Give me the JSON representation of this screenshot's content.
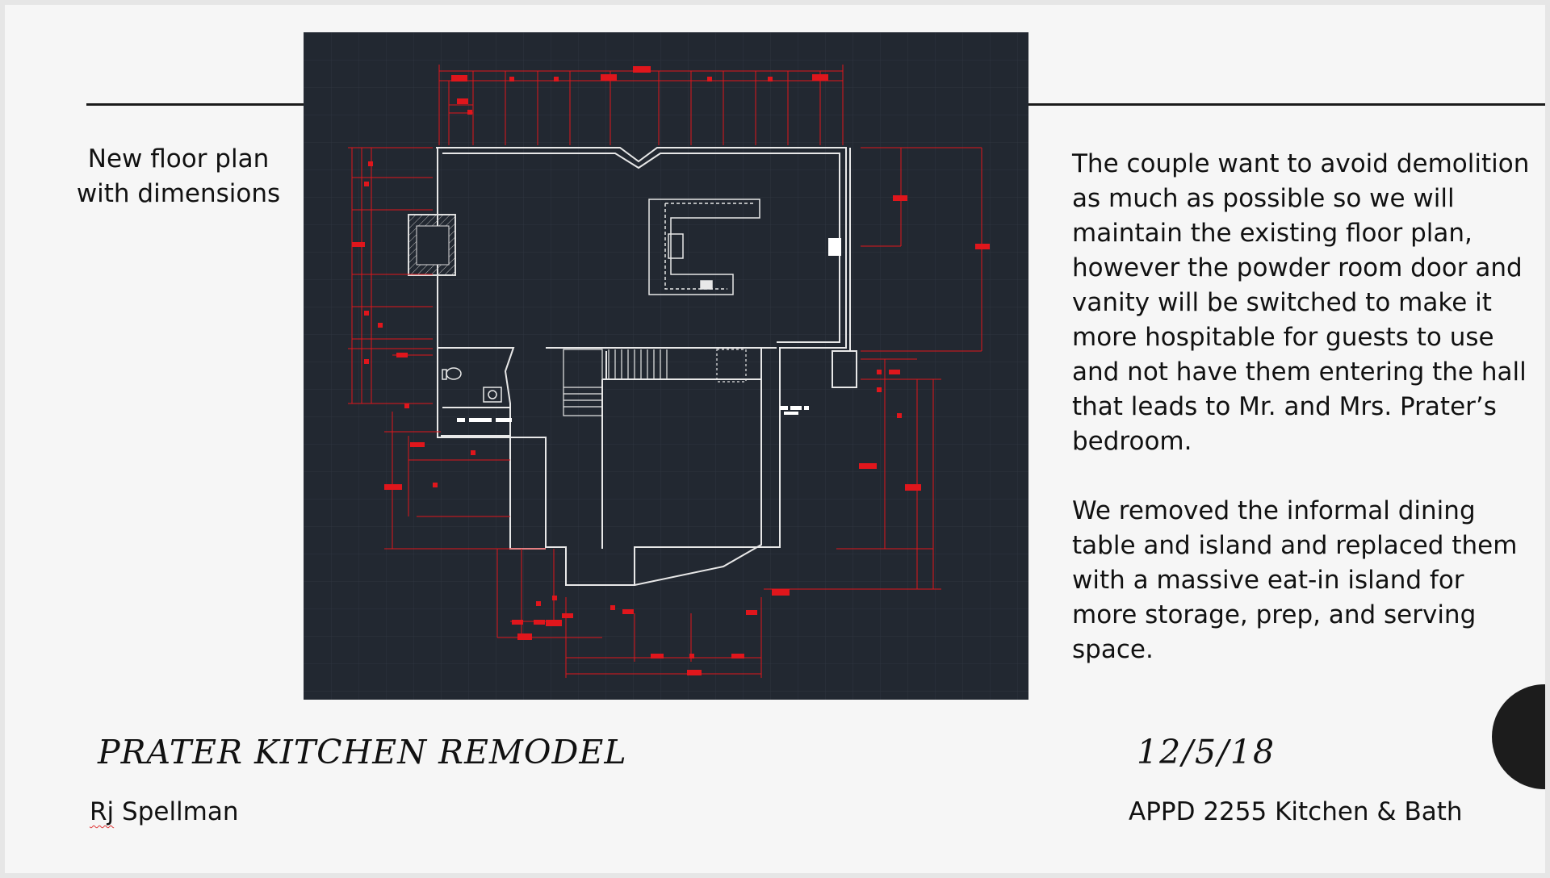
{
  "slide": {
    "caption_line1": "New floor plan",
    "caption_line2": "with dimensions",
    "paragraphs": [
      "The couple want to avoid demolition as much as possible so we will maintain the existing floor plan, however the powder room door and vanity will be switched to make it more hospitable for guests to use and not have them entering the hall that leads to Mr. and Mrs. Prater’s bedroom.",
      "We removed the informal dining table and island and replaced them with a massive eat-in island for more storage, prep, and serving space."
    ],
    "title": "PRATER KITCHEN REMODEL",
    "date": "12/5/18",
    "author_first": "Rj",
    "author_last": " Spellman",
    "course": "APPD 2255 Kitchen & Bath"
  },
  "colors": {
    "slide_bg": "#f6f6f6",
    "plan_bg": "#222831",
    "dimension_red": "#e0161c",
    "wall_white": "#e8e8e8",
    "accent_dark": "#1c1c1c"
  },
  "icons": {
    "plan_image": "floor-plan-drawing",
    "corner_shape": "half-circle-shape"
  }
}
